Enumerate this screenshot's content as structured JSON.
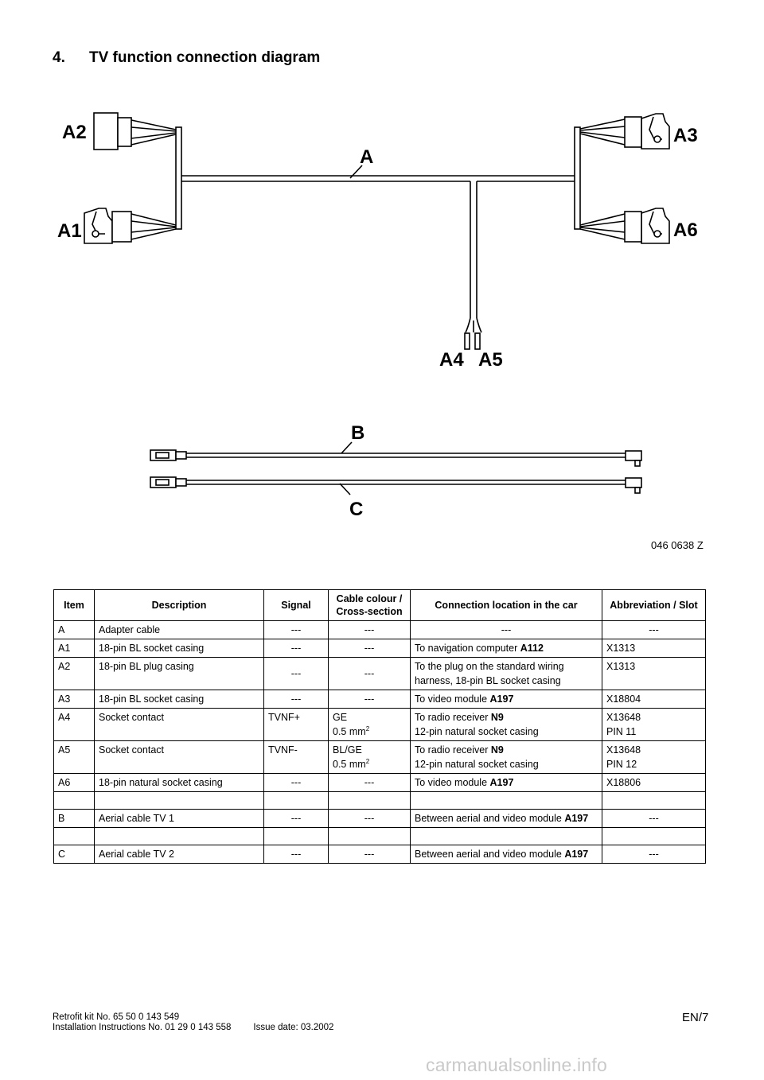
{
  "heading": {
    "number": "4.",
    "title": "TV function connection diagram"
  },
  "diagram": {
    "labels": {
      "A": "A",
      "A1": "A1",
      "A2": "A2",
      "A3": "A3",
      "A4": "A4",
      "A5": "A5",
      "A6": "A6",
      "B": "B",
      "C": "C"
    },
    "figure_ref": "046 0638 Z"
  },
  "table": {
    "headers": {
      "item": "Item",
      "description": "Description",
      "signal": "Signal",
      "cable_1": "Cable colour /",
      "cable_2": "Cross-section",
      "location": "Connection location in the car",
      "abbrev": "Abbreviation / Slot"
    },
    "rows": [
      {
        "item": "A",
        "description": "Adapter cable",
        "signal": "---",
        "cable": "---",
        "location": "---",
        "abbrev": "---"
      },
      {
        "item": "A1",
        "description": "18-pin BL socket casing",
        "signal": "---",
        "cable": "---",
        "location": "To navigation computer ",
        "location_bold": "A112",
        "abbrev": "X1313"
      },
      {
        "item": "A2",
        "description": "18-pin BL plug casing",
        "signal": "---",
        "cable": "---",
        "location": "To the plug on the standard wiring",
        "location_2": "harness, 18-pin BL socket casing",
        "abbrev": "X1313"
      },
      {
        "item": "A3",
        "description": "18-pin BL socket casing",
        "signal": "---",
        "cable": "---",
        "location": "To video module ",
        "location_bold": "A197",
        "abbrev": "X18804"
      },
      {
        "item": "A4",
        "description": "Socket contact",
        "signal": "TVNF+",
        "cable": "GE",
        "cable_2": "0.5 mm",
        "cable_sup": "2",
        "location": "To radio receiver ",
        "location_bold": "N9",
        "location_2": "12-pin natural socket casing",
        "abbrev": "X13648",
        "abbrev_2": "PIN 11"
      },
      {
        "item": "A5",
        "description": "Socket contact",
        "signal": "TVNF-",
        "cable": "BL/GE",
        "cable_2": "0.5 mm",
        "cable_sup": "2",
        "location": "To radio receiver ",
        "location_bold": "N9",
        "location_2": "12-pin natural socket casing",
        "abbrev": "X13648",
        "abbrev_2": "PIN 12"
      },
      {
        "item": "A6",
        "description": "18-pin natural socket casing",
        "signal": "---",
        "cable": "---",
        "location": "To video module ",
        "location_bold": "A197",
        "abbrev": "X18806"
      },
      {
        "item": "B",
        "description": "Aerial cable TV 1",
        "signal": "---",
        "cable": "---",
        "location": "Between aerial and video module ",
        "location_bold": "A197",
        "abbrev": "---"
      },
      {
        "item": "C",
        "description": "Aerial cable TV 2",
        "signal": "---",
        "cable": "---",
        "location": "Between aerial and video module ",
        "location_bold": "A197",
        "abbrev": "---"
      }
    ]
  },
  "footer": {
    "line1": "Retrofit kit No. 65 50 0 143 549",
    "line2": "Installation Instructions No. 01 29 0 143 558",
    "issue": "Issue date: 03.2002",
    "page": "EN/7"
  },
  "watermark": "carmanualsonline.info"
}
